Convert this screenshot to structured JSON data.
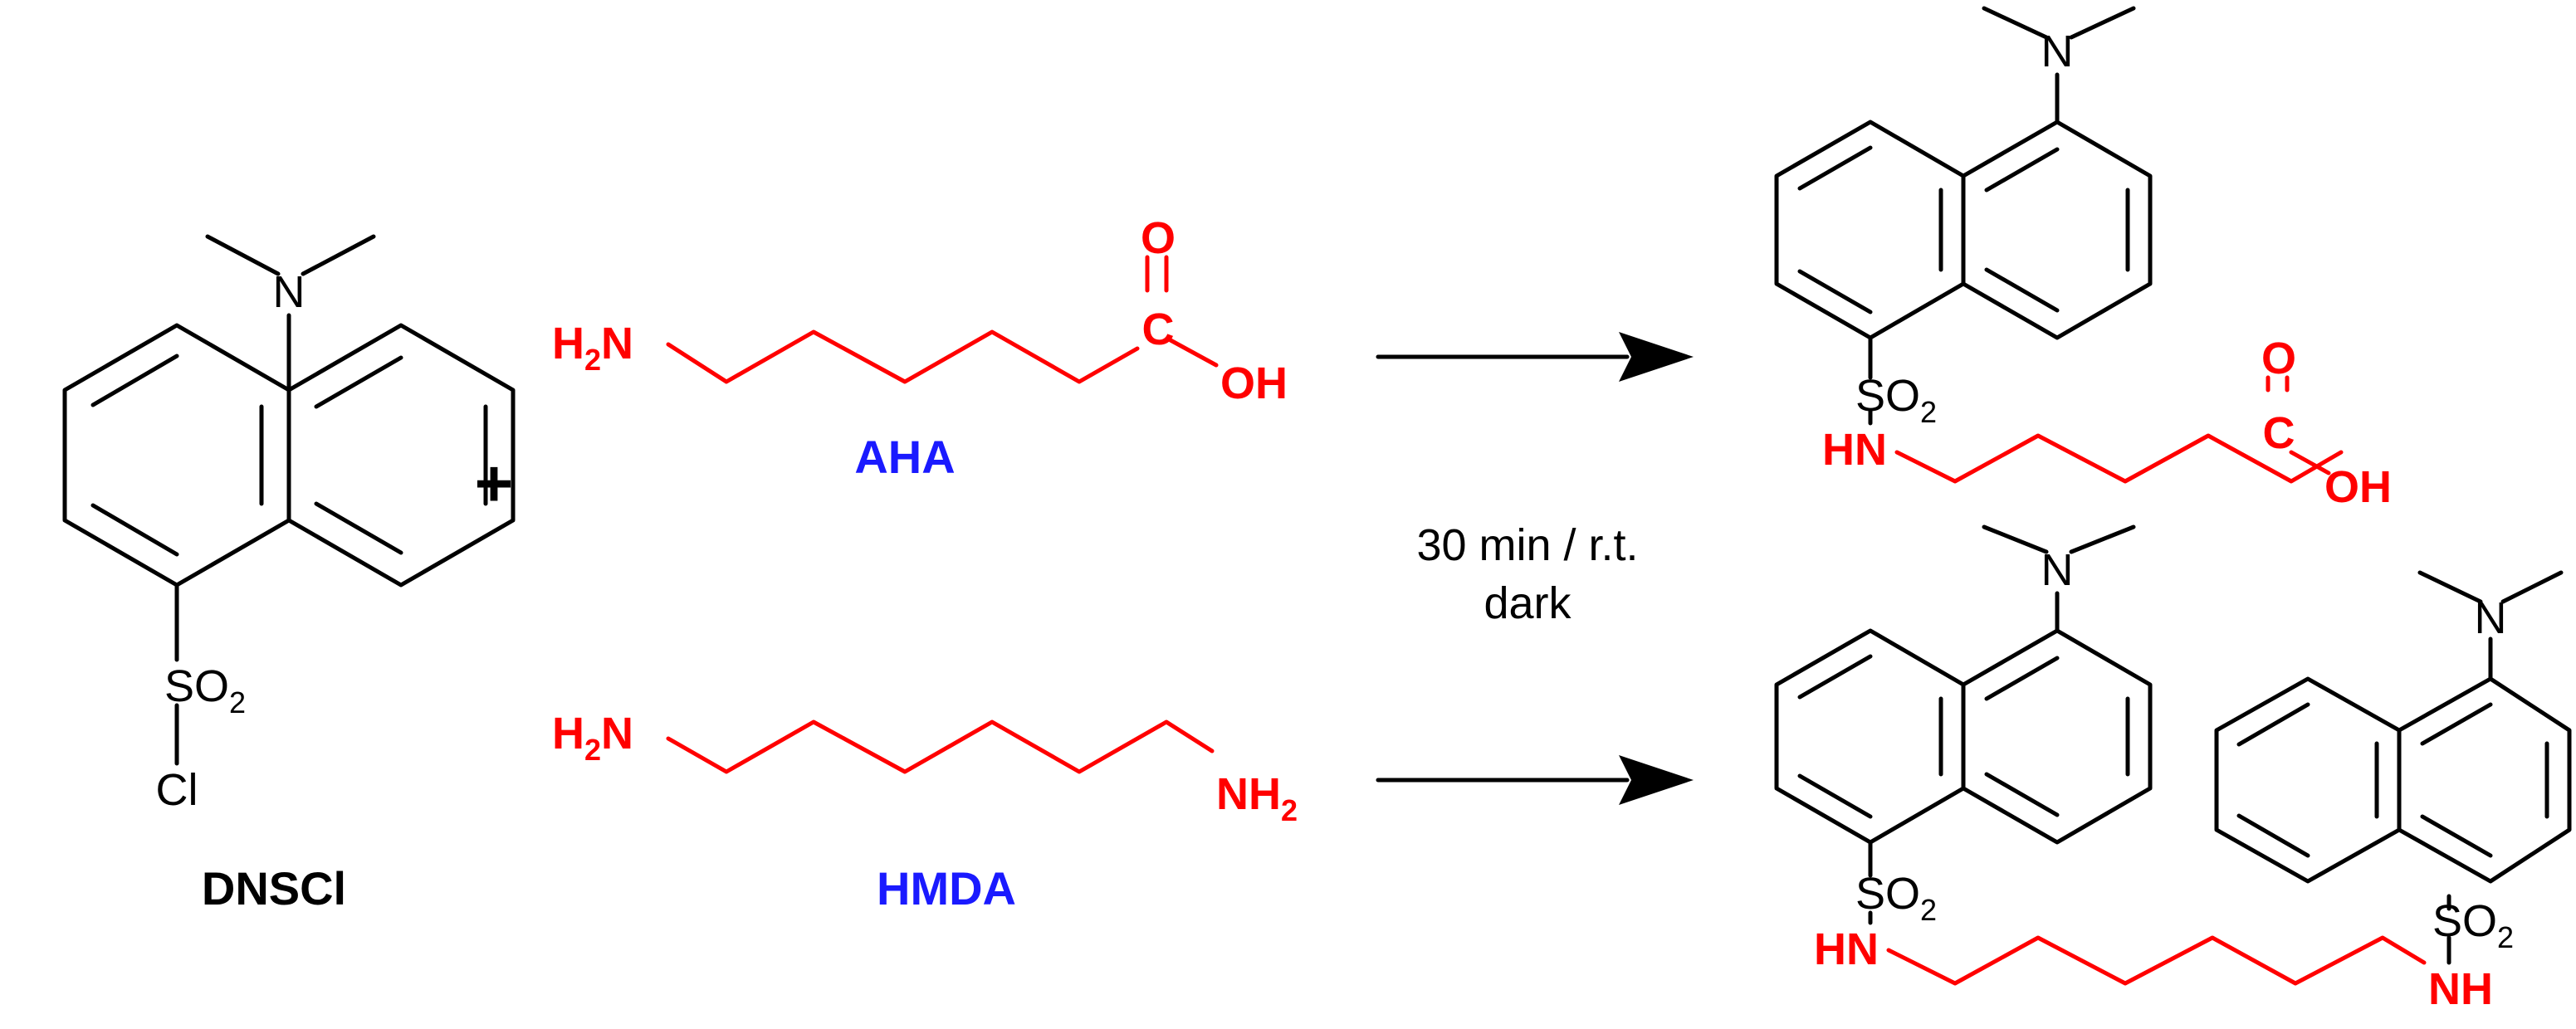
{
  "reagents": {
    "dnscl": {
      "name": "DNSCl",
      "nme2": "N",
      "so2": "SO",
      "so2_sub": "2",
      "cl": "Cl"
    },
    "plus": "+",
    "aha": {
      "name": "AHA",
      "h2n": "H",
      "h2n_sub": "2",
      "h2n_n": "N",
      "o": "O",
      "c": "C",
      "oh": "OH"
    },
    "hmda": {
      "name": "HMDA",
      "h2n": "H",
      "h2n_sub": "2",
      "h2n_n": "N",
      "nh2": "NH",
      "nh2_sub": "2"
    }
  },
  "conditions": {
    "line1": "30 min / r.t.",
    "line2": "dark"
  },
  "products": {
    "dansyl_aha": {
      "nme2": "N",
      "so2": "SO",
      "so2_sub": "2",
      "hn": "HN",
      "o": "O",
      "c": "C",
      "oh": "OH"
    },
    "bis_dansyl_hmda": {
      "left_nme2": "N",
      "left_so2": "SO",
      "left_so2_sub": "2",
      "left_hn": "HN",
      "right_nme2": "N",
      "right_so2": "SO",
      "right_so2_sub": "2",
      "right_nh": "NH"
    }
  },
  "colors": {
    "bond": "#000000",
    "amine_chain": "#ff0000",
    "reagent_label": "#1a1aff"
  }
}
